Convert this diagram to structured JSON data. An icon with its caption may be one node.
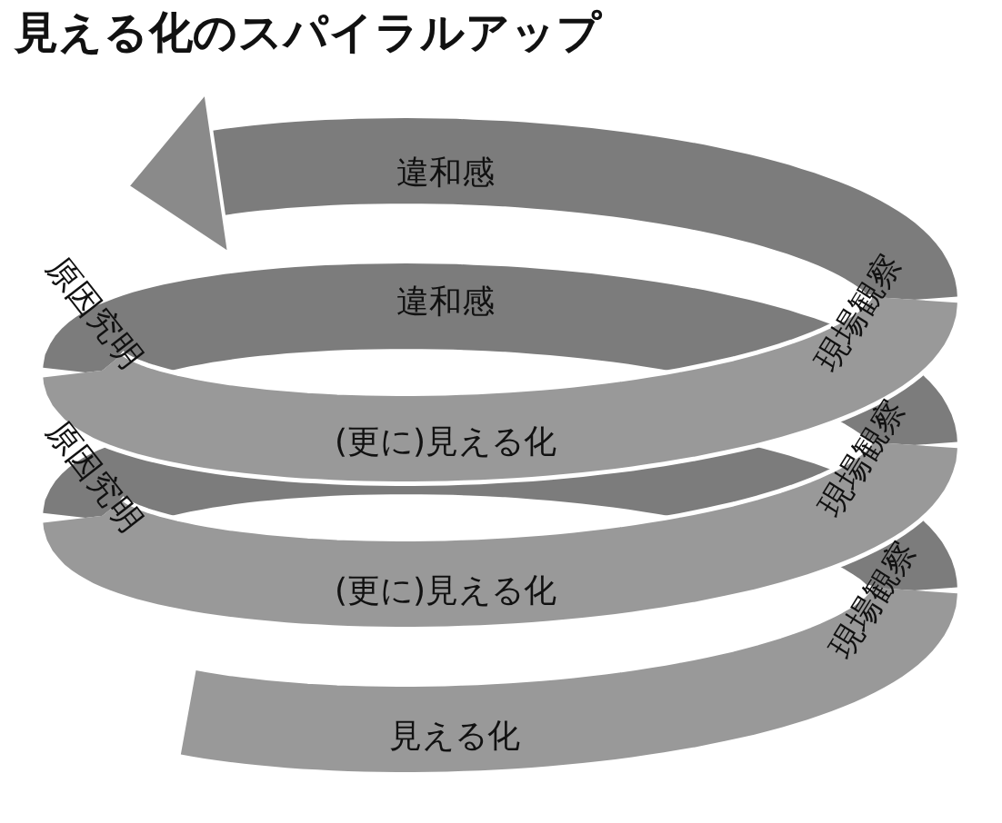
{
  "diagram": {
    "title": "見える化のスパイラルアップ",
    "nodes": [
      {
        "text": [
          "違和感"
        ]
      },
      {
        "text": [
          "現場観察"
        ]
      },
      {
        "text": [
          "違和感"
        ]
      },
      {
        "text": [
          "原因究明"
        ]
      },
      {
        "text": [
          "(更に)見える化"
        ]
      },
      {
        "text": [
          "現場観察"
        ]
      },
      {
        "text": [
          "原因究明"
        ]
      },
      {
        "text": [
          "(更に)見える化"
        ]
      },
      {
        "text": [
          "現場観察"
        ]
      },
      {
        "text": [
          "見える化"
        ]
      }
    ]
  }
}
